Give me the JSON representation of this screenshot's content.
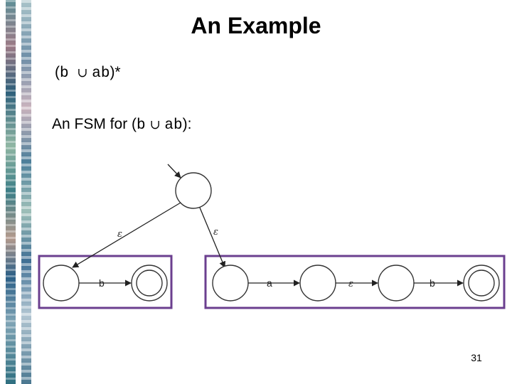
{
  "slide": {
    "title": "An Example",
    "expression": {
      "open": "(",
      "b": "b",
      "union": "∪",
      "ab": "ab",
      "close": ")*"
    },
    "fsm_caption": {
      "prefix": "An FSM for (",
      "b": "b",
      "union": "∪",
      "ab": "ab",
      "suffix": "):"
    },
    "page_number": "31"
  },
  "diagram": {
    "edges": {
      "epsilon_left": "ε",
      "epsilon_right": "ε",
      "left_b": "b",
      "right_a": "a",
      "right_epsilon": "ε",
      "right_b": "b"
    },
    "highlight_color": "#6b3f8f",
    "state_stroke": "#333333"
  }
}
